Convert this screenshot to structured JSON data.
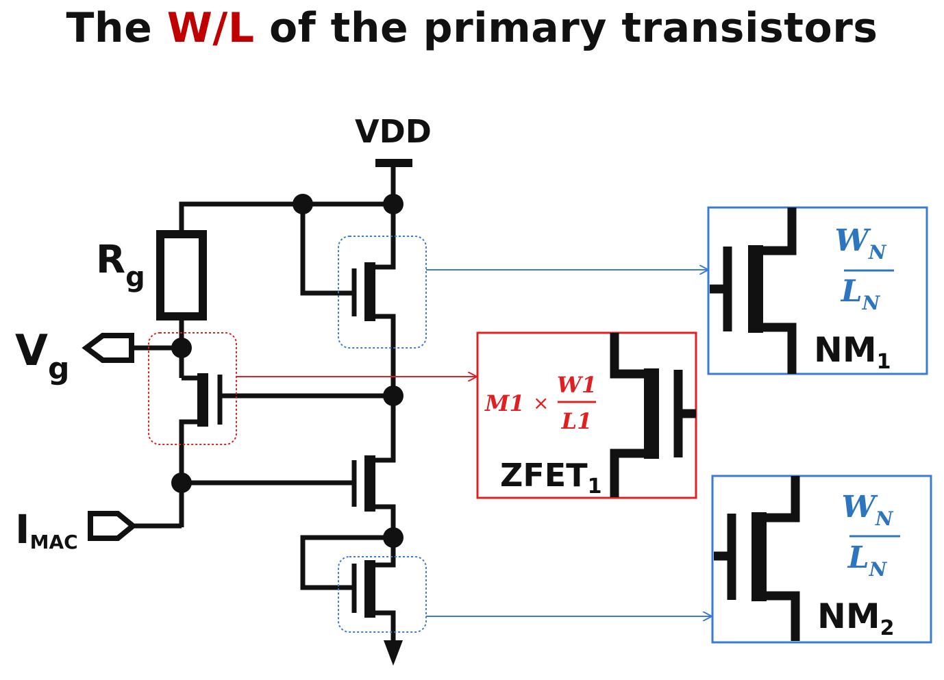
{
  "title": {
    "prefix": "The",
    "highlight": "W/L",
    "suffix": "of the primary transistors"
  },
  "labels": {
    "vdd": "VDD",
    "rg": "R",
    "rg_sub": "g",
    "vg": "V",
    "vg_sub": "g",
    "imac": "I",
    "imac_sub": "MAC"
  },
  "boxes": {
    "nm1": {
      "numerator": "W",
      "numerator_sub": "N",
      "denominator": "L",
      "denominator_sub": "N",
      "name": "NM",
      "name_sub": "1"
    },
    "zfet": {
      "multiplier": "M1",
      "times": "×",
      "numerator": "W1",
      "denominator": "L1",
      "name": "ZFET",
      "name_sub": "1"
    },
    "nm2": {
      "numerator": "W",
      "numerator_sub": "N",
      "denominator": "L",
      "denominator_sub": "N",
      "name": "NM",
      "name_sub": "2"
    }
  },
  "colors": {
    "wire": "#111111",
    "blue": "#3a7bd5",
    "blue_text": "#2e75c0",
    "red": "#e02020",
    "title_accent": "#c00000"
  }
}
